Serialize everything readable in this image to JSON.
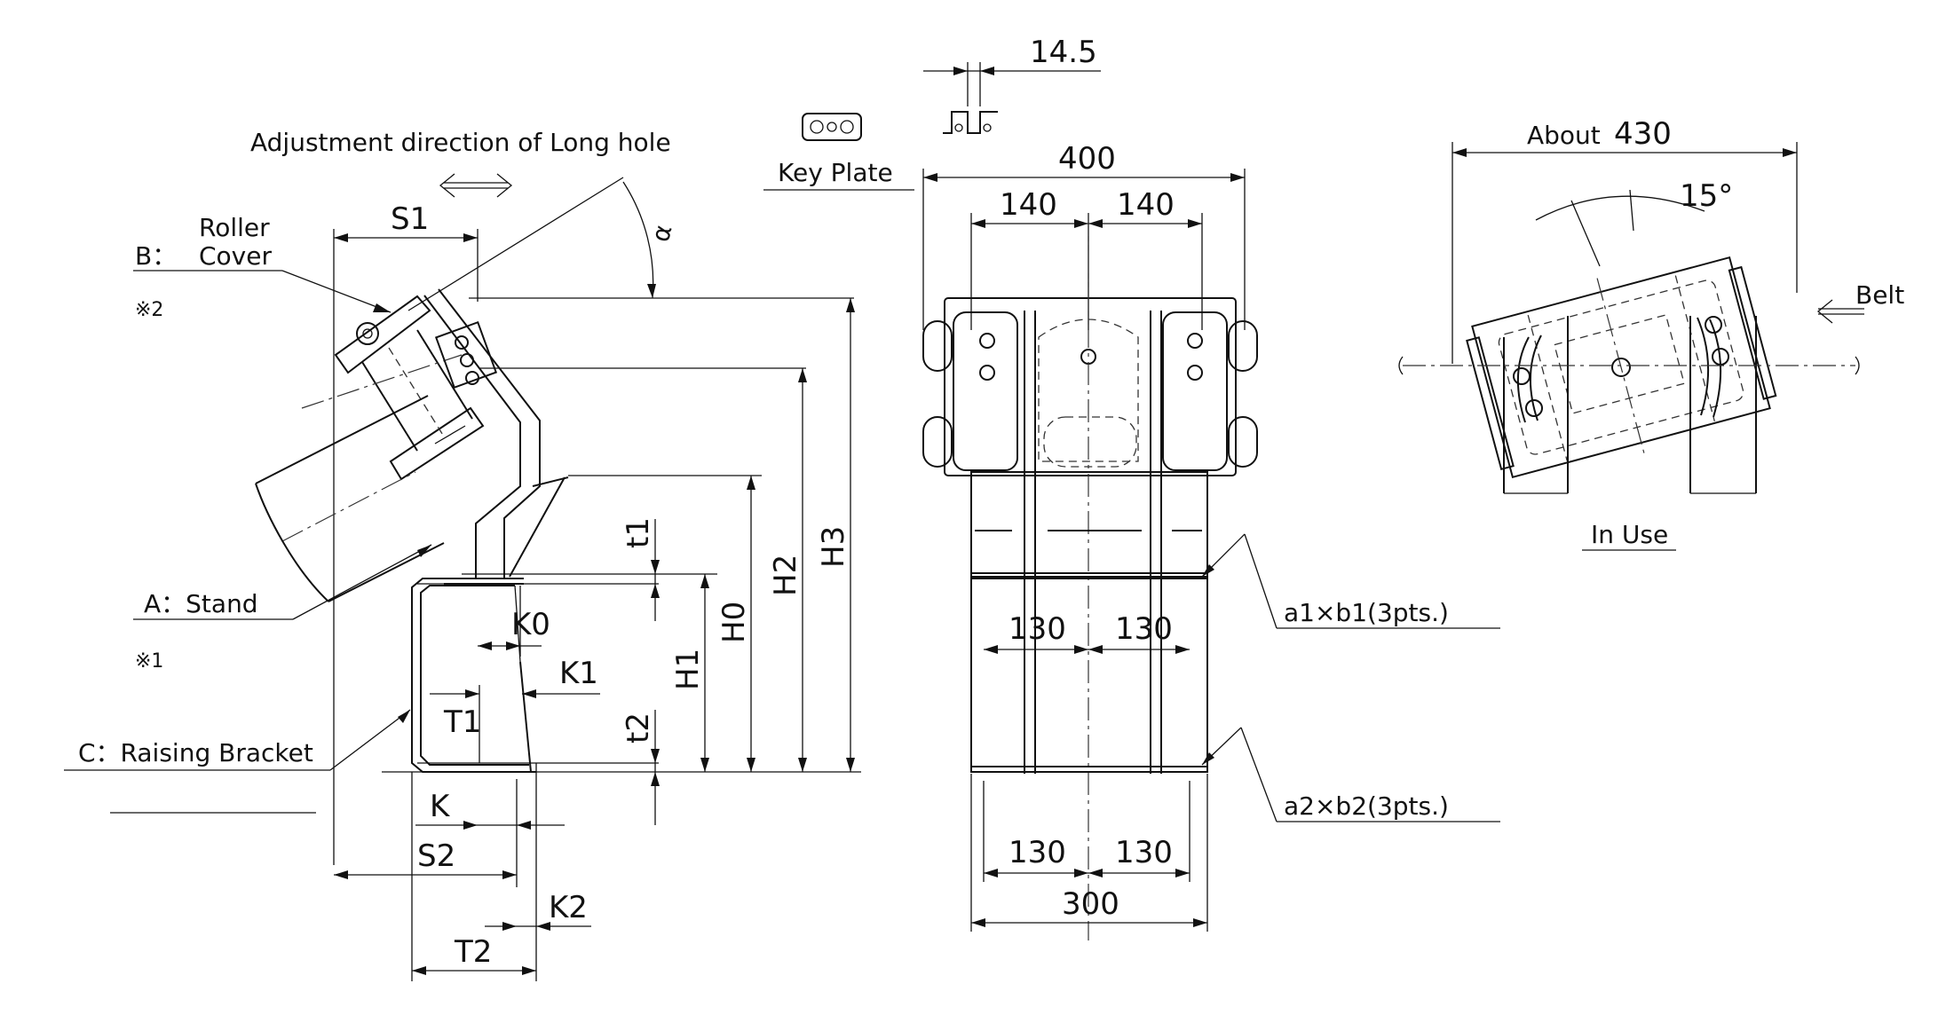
{
  "side_view": {
    "adjustment_note": "Adjustment direction of Long hole",
    "alpha_label": "α",
    "parts": {
      "roller_cover": "B：Roller Cover",
      "roller_cover_line1": "B：",
      "roller_cover_line2": "Roller",
      "roller_cover_line3": "Cover",
      "note2": "※2",
      "stand": "A：Stand",
      "note1": "※1",
      "raising_bracket": "C：Raising Bracket"
    },
    "dimensions": {
      "s1": "S1",
      "s2": "S2",
      "h0": "H0",
      "h1": "H1",
      "h2": "H2",
      "h3": "H3",
      "k": "K",
      "k0": "K0",
      "k1": "K1",
      "k2": "K2",
      "t1_upper": "t1",
      "t2_lower": "t2",
      "T1": "T1",
      "T2": "T2"
    }
  },
  "key_plate": {
    "label": "Key Plate",
    "thickness": "14.5"
  },
  "front_view": {
    "top_width": "400",
    "top_pitch_left": "140",
    "top_pitch_right": "140",
    "mid_pitch_left": "130",
    "mid_pitch_right": "130",
    "low_pitch_left": "130",
    "low_pitch_right": "130",
    "bottom_width": "300",
    "weld_upper": "a1×b1(3pts.)",
    "weld_lower": "a2×b2(3pts.)"
  },
  "in_use_view": {
    "caption": "In Use",
    "width_prefix": "About",
    "width_value": "430",
    "angle": "15°",
    "belt_label": "Belt"
  }
}
